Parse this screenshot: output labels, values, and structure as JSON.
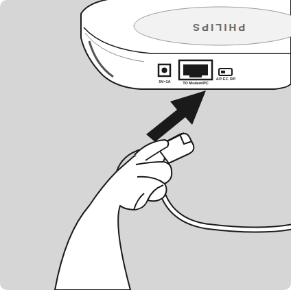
{
  "diagram": {
    "labels": [
      "PHILIPS",
      "5V=1A",
      "TO Modem/PC",
      "AP EC RP"
    ]
  }
}
